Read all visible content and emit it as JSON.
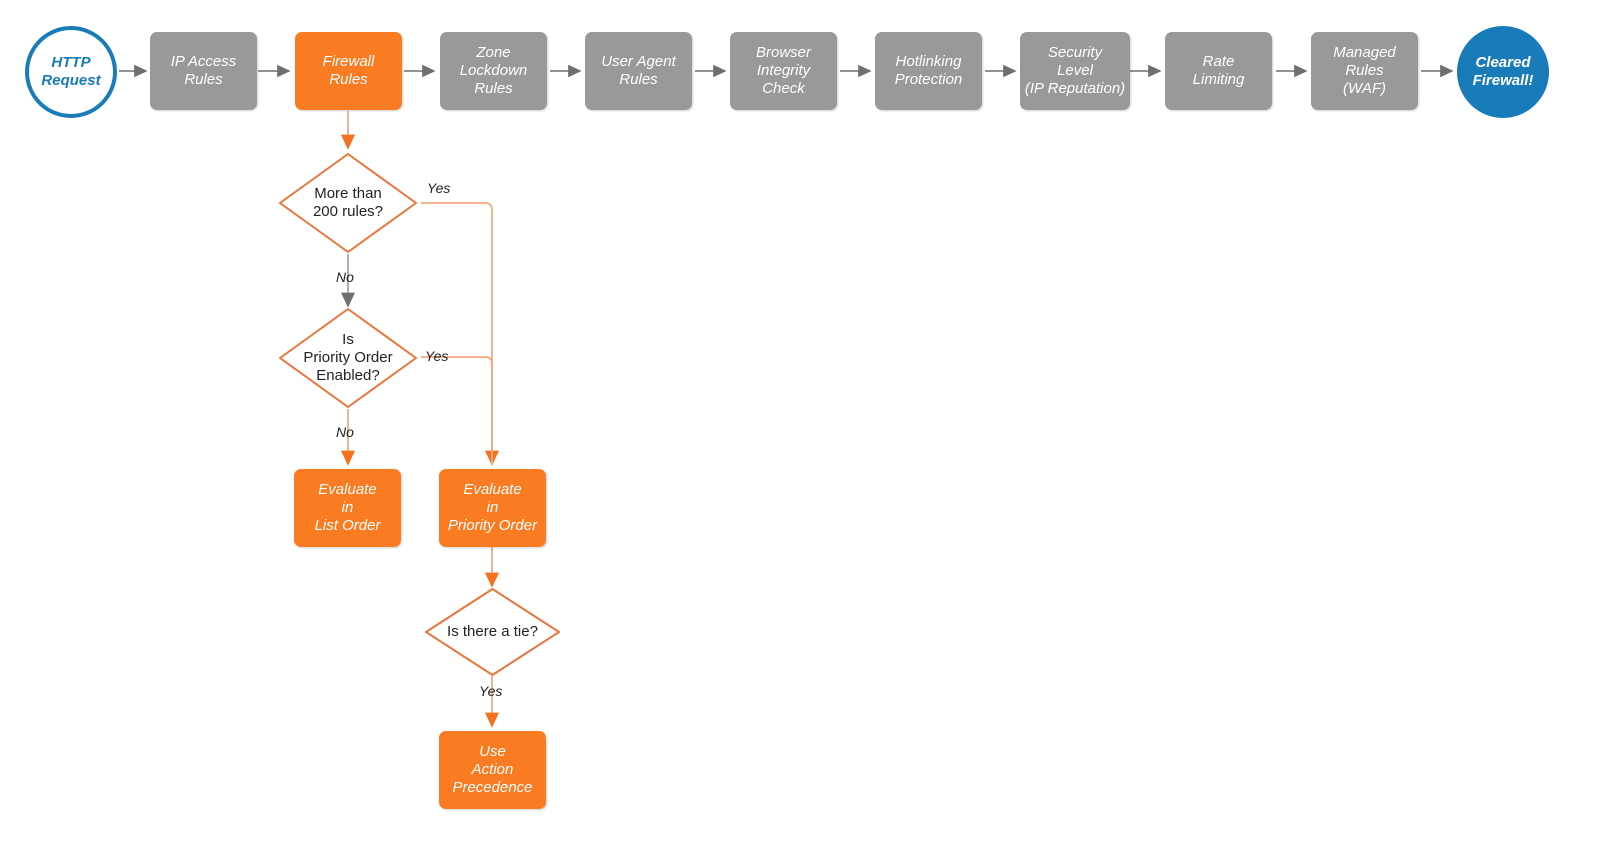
{
  "diagram": {
    "title": "Cloudflare firewall request evaluation order",
    "colors": {
      "grey_node": "#999999",
      "orange_node": "#F97C22",
      "orange_line": "#E8763A",
      "orange_line_light": "#F5A97F",
      "blue": "#1A7BB9",
      "grey_line": "#7F7F7F",
      "text_dark": "#222222",
      "background": "#FFFFFF"
    },
    "pipeline": [
      {
        "id": "http-request",
        "shape": "circle",
        "style": "start",
        "lines": [
          "HTTP",
          "Request"
        ]
      },
      {
        "id": "ip-access-rules",
        "shape": "rounded-rect",
        "style": "grey",
        "lines": [
          "IP Access",
          "Rules"
        ]
      },
      {
        "id": "firewall-rules",
        "shape": "rounded-rect",
        "style": "orange",
        "lines": [
          "Firewall",
          "Rules"
        ]
      },
      {
        "id": "zone-lockdown-rules",
        "shape": "rounded-rect",
        "style": "grey",
        "lines": [
          "Zone",
          "Lockdown",
          "Rules"
        ]
      },
      {
        "id": "user-agent-rules",
        "shape": "rounded-rect",
        "style": "grey",
        "lines": [
          "User Agent",
          "Rules"
        ]
      },
      {
        "id": "browser-integrity-check",
        "shape": "rounded-rect",
        "style": "grey",
        "lines": [
          "Browser",
          "Integrity",
          "Check"
        ]
      },
      {
        "id": "hotlinking-protection",
        "shape": "rounded-rect",
        "style": "grey",
        "lines": [
          "Hotlinking",
          "Protection"
        ]
      },
      {
        "id": "security-level",
        "shape": "rounded-rect",
        "style": "grey",
        "lines": [
          "Security",
          "Level",
          "(IP Reputation)"
        ]
      },
      {
        "id": "rate-limiting",
        "shape": "rounded-rect",
        "style": "grey",
        "lines": [
          "Rate",
          "Limiting"
        ]
      },
      {
        "id": "managed-rules-waf",
        "shape": "rounded-rect",
        "style": "grey",
        "lines": [
          "Managed",
          "Rules",
          "(WAF)"
        ]
      },
      {
        "id": "cleared-firewall",
        "shape": "circle",
        "style": "end",
        "lines": [
          "Cleared",
          "Firewall!"
        ]
      }
    ],
    "decisions": [
      {
        "id": "more-than-200-rules",
        "lines": [
          "More than",
          "200 rules?"
        ]
      },
      {
        "id": "is-priority-order-enabled",
        "lines": [
          "Is",
          "Priority Order",
          "Enabled?"
        ]
      },
      {
        "id": "is-there-a-tie",
        "lines": [
          "Is there a tie?"
        ]
      }
    ],
    "outcomes": [
      {
        "id": "evaluate-in-list-order",
        "lines": [
          "Evaluate",
          "in",
          "List Order"
        ]
      },
      {
        "id": "evaluate-in-priority-order",
        "lines": [
          "Evaluate",
          "in",
          "Priority Order"
        ]
      },
      {
        "id": "use-action-precedence",
        "lines": [
          "Use",
          "Action",
          "Precedence"
        ]
      }
    ],
    "edge_labels": {
      "more_than_200_yes": "Yes",
      "more_than_200_no": "No",
      "priority_order_yes": "Yes",
      "priority_order_no": "No",
      "tie_yes": "Yes"
    }
  }
}
